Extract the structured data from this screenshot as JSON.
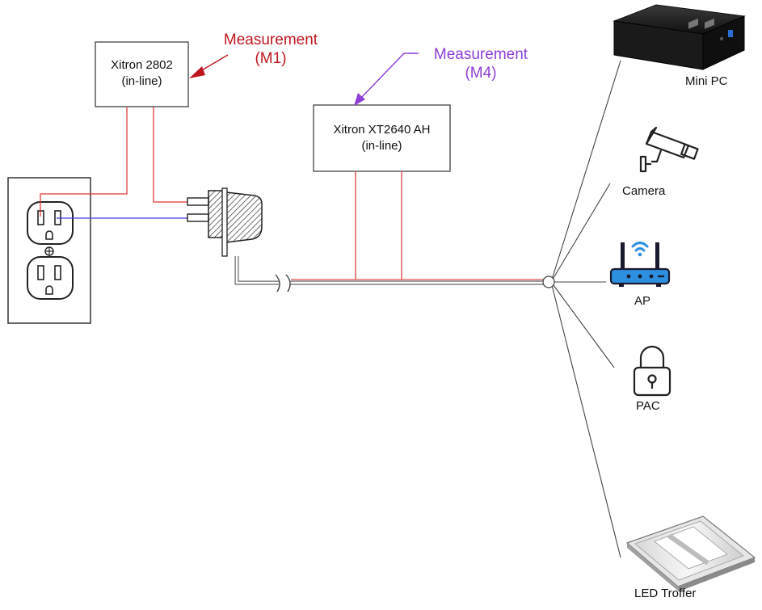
{
  "meters": [
    {
      "name": "Xitron 2802",
      "mode": "(in-line)"
    },
    {
      "name": "Xitron XT2640 AH",
      "mode": "(in-line)"
    }
  ],
  "measurements": [
    {
      "label": "Measurement",
      "id": "(M1)",
      "color": "#c0161e"
    },
    {
      "label": "Measurement",
      "id": "(M4)",
      "color": "#8e3fd6"
    }
  ],
  "devices": [
    {
      "label": "Mini PC",
      "icon": "mini-pc-icon"
    },
    {
      "label": "Camera",
      "icon": "security-camera-icon"
    },
    {
      "label": "AP",
      "icon": "wifi-router-icon"
    },
    {
      "label": "PAC",
      "icon": "padlock-icon"
    },
    {
      "label": "LED Troffer",
      "icon": "led-troffer-icon"
    }
  ],
  "colors": {
    "live_wire": "#e03030",
    "neutral_wire": "#3a3ae0",
    "cable": "#666666"
  }
}
